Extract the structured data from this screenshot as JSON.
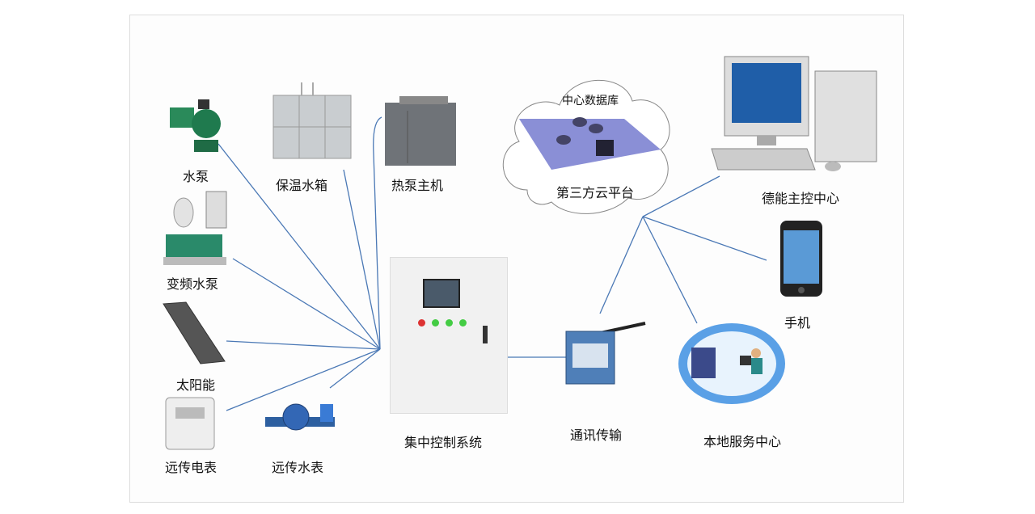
{
  "labels": {
    "pump": "水泵",
    "tank": "保温水箱",
    "heat_pump": "热泵主机",
    "vfd_pump": "变频水泵",
    "solar": "太阳能",
    "meter_e": "远传电表",
    "meter_w": "远传水表",
    "controller": "集中控制系统",
    "comm": "通讯传输",
    "local": "本地服务中心",
    "phone": "手机",
    "main": "德能主控中心",
    "db": "中心数据库",
    "cloud": "第三方云平台"
  },
  "colors": {
    "line": "#4a78b5",
    "cloud_blue": "#5aa0e6",
    "box": "#f1f1f1"
  }
}
